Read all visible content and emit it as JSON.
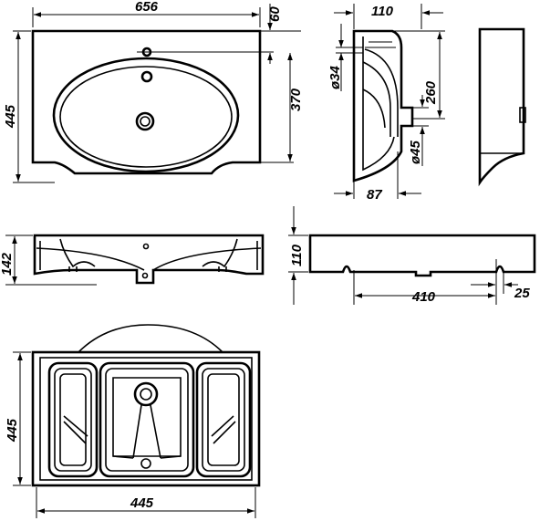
{
  "top_view": {
    "width": "656",
    "overhang": "60",
    "depth": "445",
    "bowl_depth": "370"
  },
  "side_section": {
    "top_depth": "110",
    "tap_hole": "ø34",
    "drain_height": "260",
    "drain_hole": "ø45",
    "bottom_offset": "87"
  },
  "front_view": {
    "height": "142"
  },
  "side_elevation": {
    "height": "110",
    "hole_spacing": "410",
    "edge_offset": "25"
  },
  "bottom_view": {
    "depth": "445",
    "width": "445"
  }
}
